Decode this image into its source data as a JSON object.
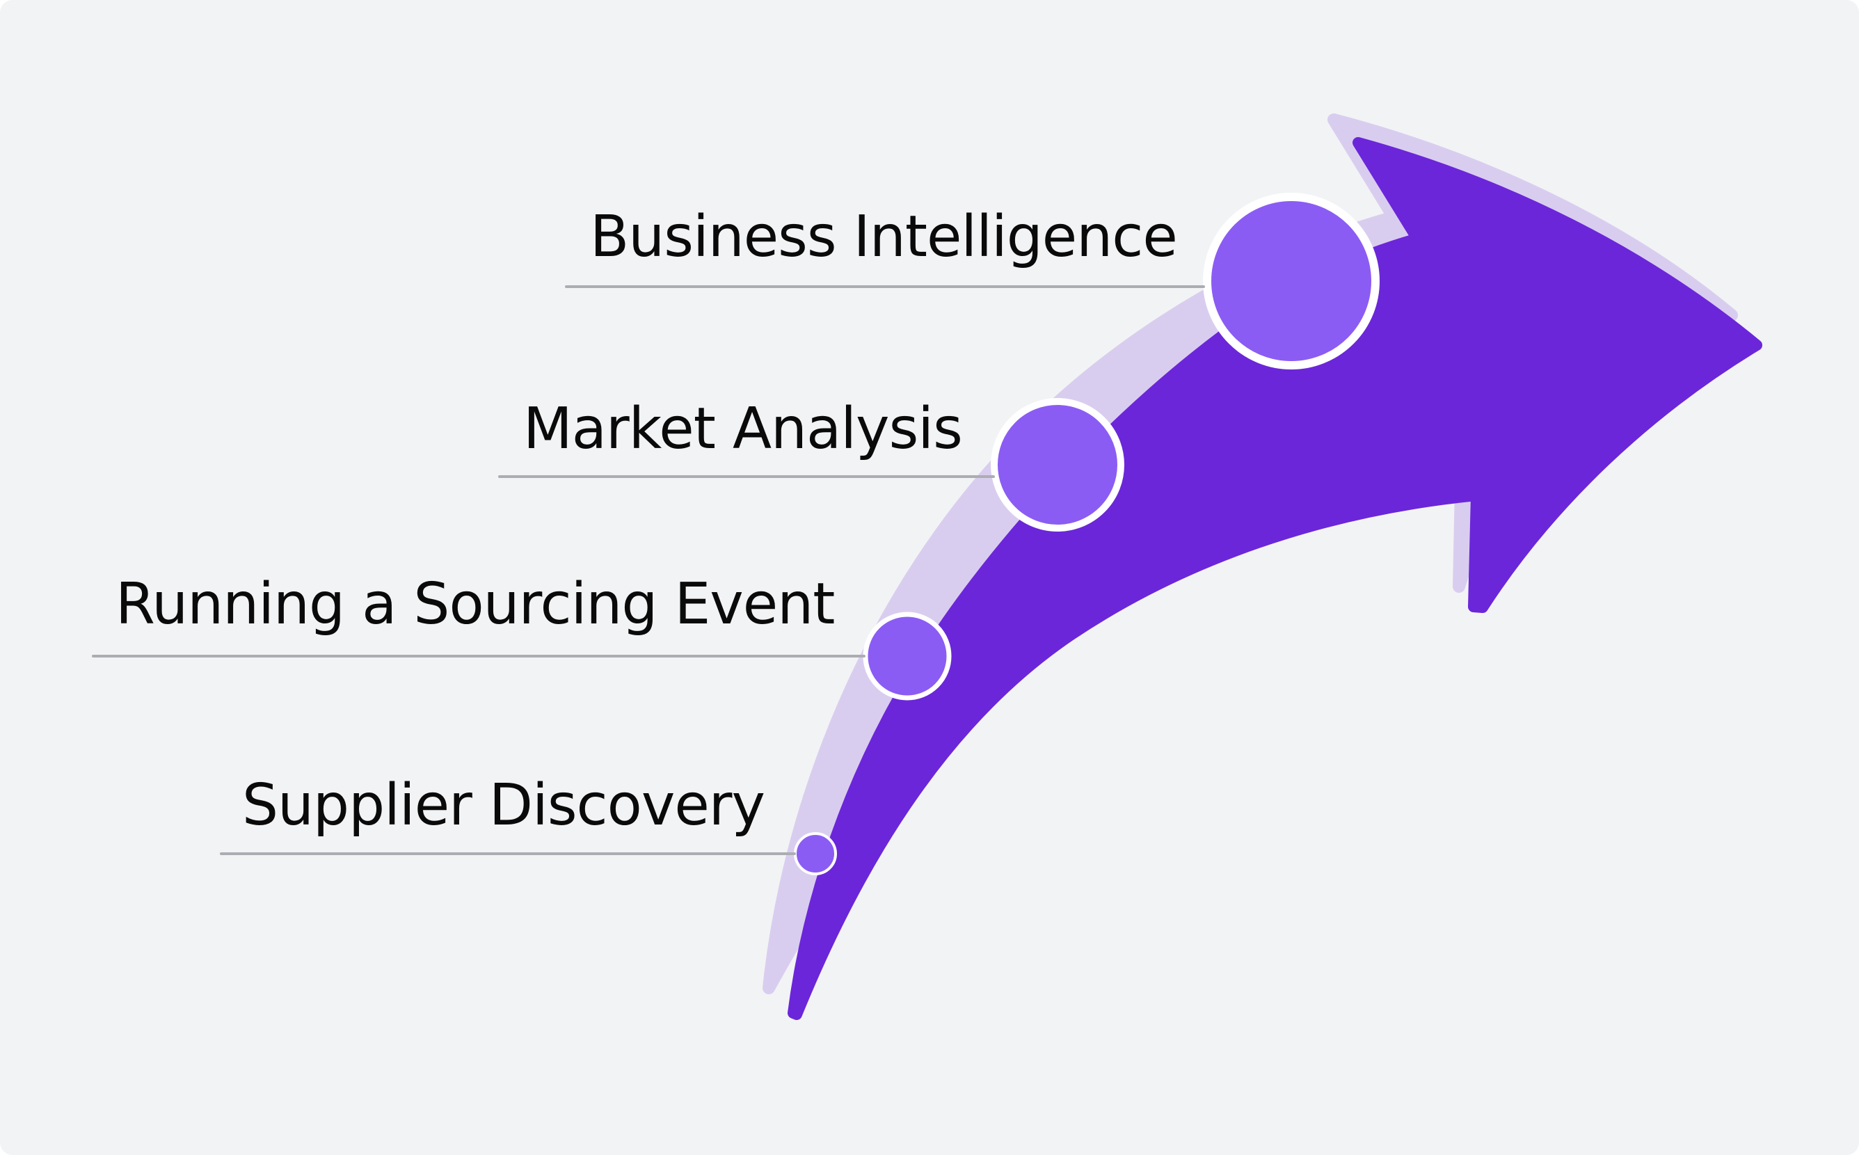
{
  "diagram": {
    "type": "curved-growth-arrow",
    "colors": {
      "background": "#f2f3f5",
      "arrow": "#6b26d9",
      "arrow_shadow": "#d9cdef",
      "node_fill": "#8b5cf3",
      "node_stroke": "#ffffff",
      "leader_line": "#acadb2",
      "text": "#0a0a0a"
    },
    "steps": [
      {
        "order": 1,
        "label": "Supplier Discovery"
      },
      {
        "order": 2,
        "label": "Running a Sourcing Event"
      },
      {
        "order": 3,
        "label": "Market Analysis"
      },
      {
        "order": 4,
        "label": "Business Intelligence"
      }
    ]
  }
}
